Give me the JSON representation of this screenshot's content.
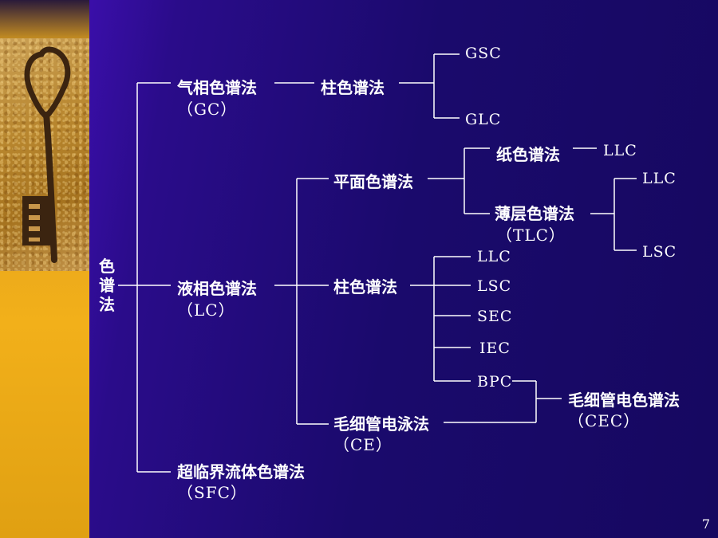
{
  "slide": {
    "page_number": "7"
  },
  "root": {
    "label": "色谱法"
  },
  "gc": {
    "name": "气相色谱法",
    "abbr": "（GC）",
    "column": {
      "label": "柱色谱法",
      "leaf1": "GSC",
      "leaf2": "GLC"
    }
  },
  "lc": {
    "name": "液相色谱法",
    "abbr": "（LC）",
    "planar": {
      "label": "平面色谱法",
      "paper": {
        "label": "纸色谱法",
        "leaf": "LLC"
      },
      "tlc": {
        "label": "薄层色谱法",
        "abbr": "（TLC）",
        "leaf1": "LLC",
        "leaf2": "LSC"
      }
    },
    "column": {
      "label": "柱色谱法",
      "leaves": [
        "LLC",
        "LSC",
        "SEC",
        "IEC",
        "BPC"
      ]
    },
    "ce": {
      "label": "毛细管电泳法",
      "abbr": "（CE）"
    }
  },
  "cec": {
    "label": "毛细管电色谱法",
    "abbr": "（CEC）"
  },
  "sfc": {
    "name": "超临界流体色谱法",
    "abbr": "（SFC）"
  },
  "colors": {
    "background": "#1a0a6c",
    "line": "#ffffff",
    "text": "#ffffff",
    "left_band": "#e8a61c"
  }
}
